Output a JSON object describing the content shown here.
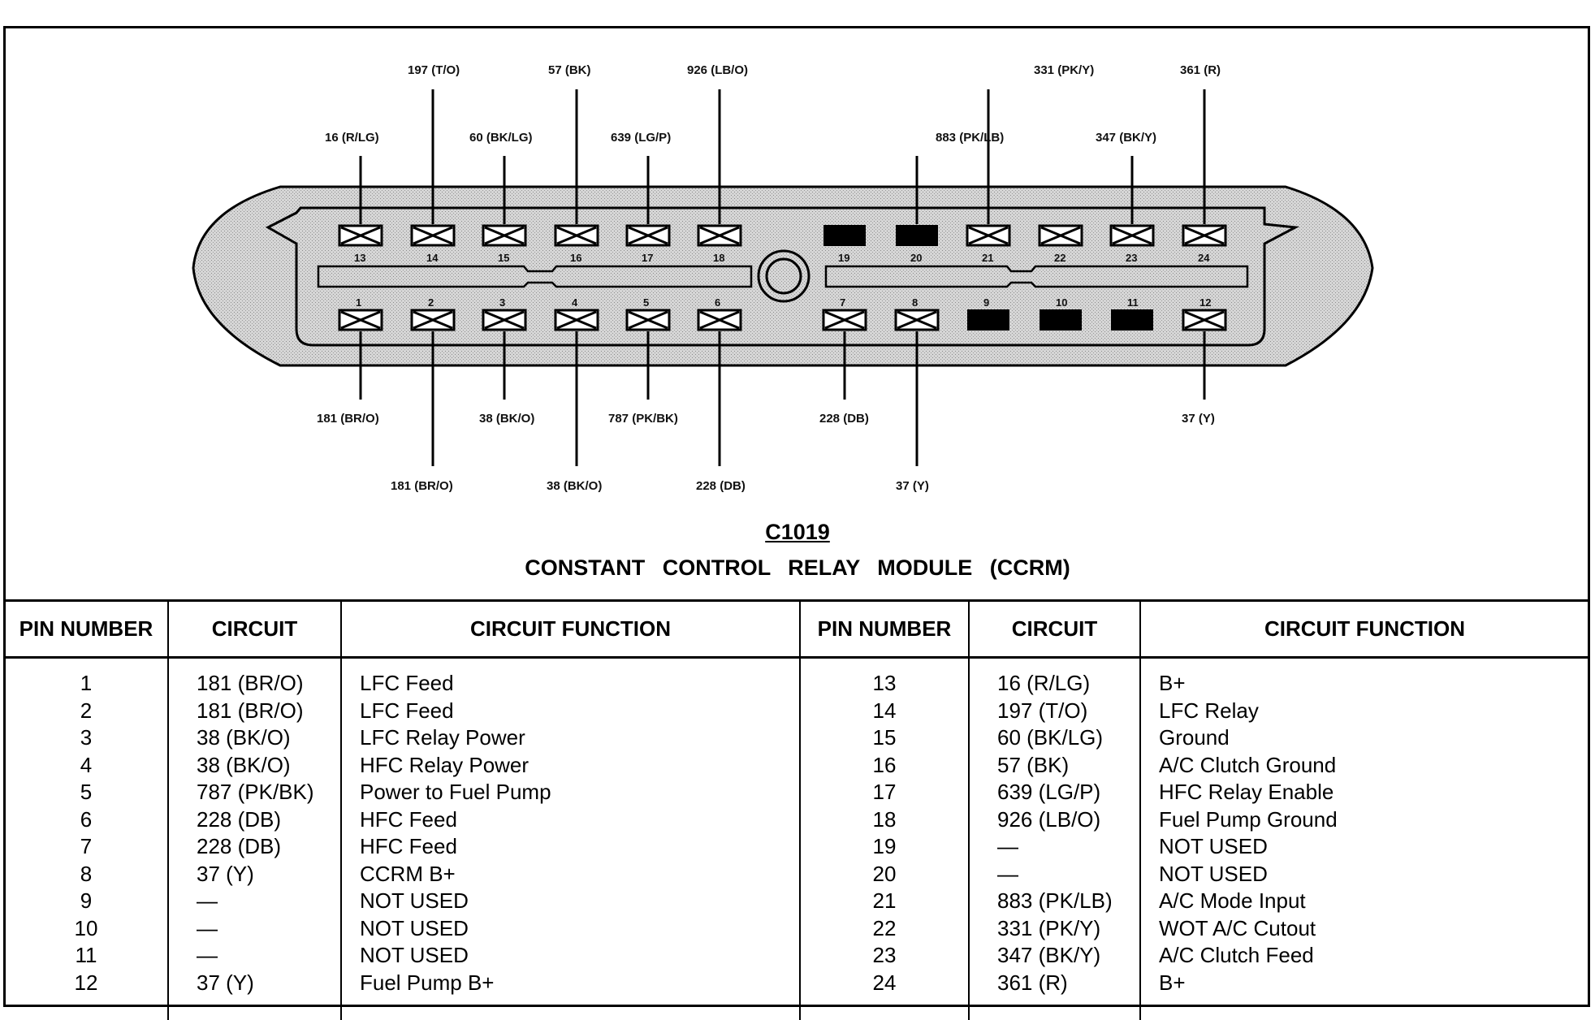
{
  "connector": {
    "id": "C1019",
    "title": "CONSTANT CONTROL RELAY MODULE (CCRM)"
  },
  "diagram": {
    "top_labels_upper": [
      "197 (T/O)",
      "57 (BK)",
      "926 (LB/O)",
      "331 (PK/Y)",
      "361 (R)"
    ],
    "top_labels_lower": [
      "16 (R/LG)",
      "60 (BK/LG)",
      "639 (LG/P)",
      "883 (PK/LB)",
      "347 (BK/Y)"
    ],
    "top_pin_numbers": [
      "13",
      "14",
      "15",
      "16",
      "17",
      "18",
      "19",
      "20",
      "21",
      "22",
      "23",
      "24"
    ],
    "bottom_pin_numbers": [
      "1",
      "2",
      "3",
      "4",
      "5",
      "6",
      "7",
      "8",
      "9",
      "10",
      "11",
      "12"
    ],
    "bottom_labels_upper": [
      "181 (BR/O)",
      "38 (BK/O)",
      "787 (PK/BK)",
      "228 (DB)",
      "37 (Y)"
    ],
    "bottom_labels_lower": [
      "181 (BR/O)",
      "38 (BK/O)",
      "228 (DB)",
      "37 (Y)"
    ]
  },
  "table": {
    "headers": [
      "PIN NUMBER",
      "CIRCUIT",
      "CIRCUIT FUNCTION",
      "PIN NUMBER",
      "CIRCUIT",
      "CIRCUIT FUNCTION"
    ],
    "left_pins": [
      "1",
      "2",
      "3",
      "4",
      "5",
      "6",
      "7",
      "8",
      "9",
      "10",
      "11",
      "12"
    ],
    "left_circuits": [
      "181 (BR/O)",
      "181 (BR/O)",
      "38 (BK/O)",
      "38 (BK/O)",
      "787 (PK/BK)",
      "228 (DB)",
      "228 (DB)",
      "37 (Y)",
      "—",
      "—",
      "—",
      "37 (Y)"
    ],
    "left_functions": [
      "LFC Feed",
      "LFC Feed",
      "LFC Relay Power",
      "HFC Relay Power",
      "Power to Fuel Pump",
      "HFC Feed",
      "HFC Feed",
      "CCRM B+",
      "NOT USED",
      "NOT USED",
      "NOT USED",
      "Fuel Pump B+"
    ],
    "right_pins": [
      "13",
      "14",
      "15",
      "16",
      "17",
      "18",
      "19",
      "20",
      "21",
      "22",
      "23",
      "24"
    ],
    "right_circuits": [
      "16 (R/LG)",
      "197 (T/O)",
      "60 (BK/LG)",
      "57 (BK)",
      "639 (LG/P)",
      "926 (LB/O)",
      "—",
      "—",
      "883 (PK/LB)",
      "331 (PK/Y)",
      "347 (BK/Y)",
      "361 (R)"
    ],
    "right_functions": [
      "B+",
      "LFC Relay",
      "Ground",
      "A/C Clutch Ground",
      "HFC Relay Enable",
      "Fuel Pump Ground",
      "NOT USED",
      "NOT USED",
      "A/C Mode Input",
      "WOT A/C Cutout",
      "A/C Clutch Feed",
      "B+"
    ]
  }
}
